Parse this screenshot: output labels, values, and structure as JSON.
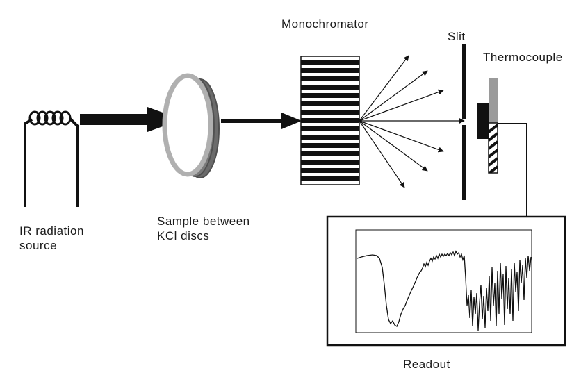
{
  "labels": {
    "source_line1": "IR radiation",
    "source_line2": "source",
    "sample_line1": "Sample between",
    "sample_line2": "KCl discs",
    "monochromator": "Monochromator",
    "slit": "Slit",
    "thermocouple": "Thermocouple",
    "readout": "Readout"
  },
  "colors": {
    "stroke": "#111111",
    "disc_front": "#b0b0b0",
    "disc_back": "#6b6b6b",
    "thermocouple_top": "#9a9a9a"
  }
}
